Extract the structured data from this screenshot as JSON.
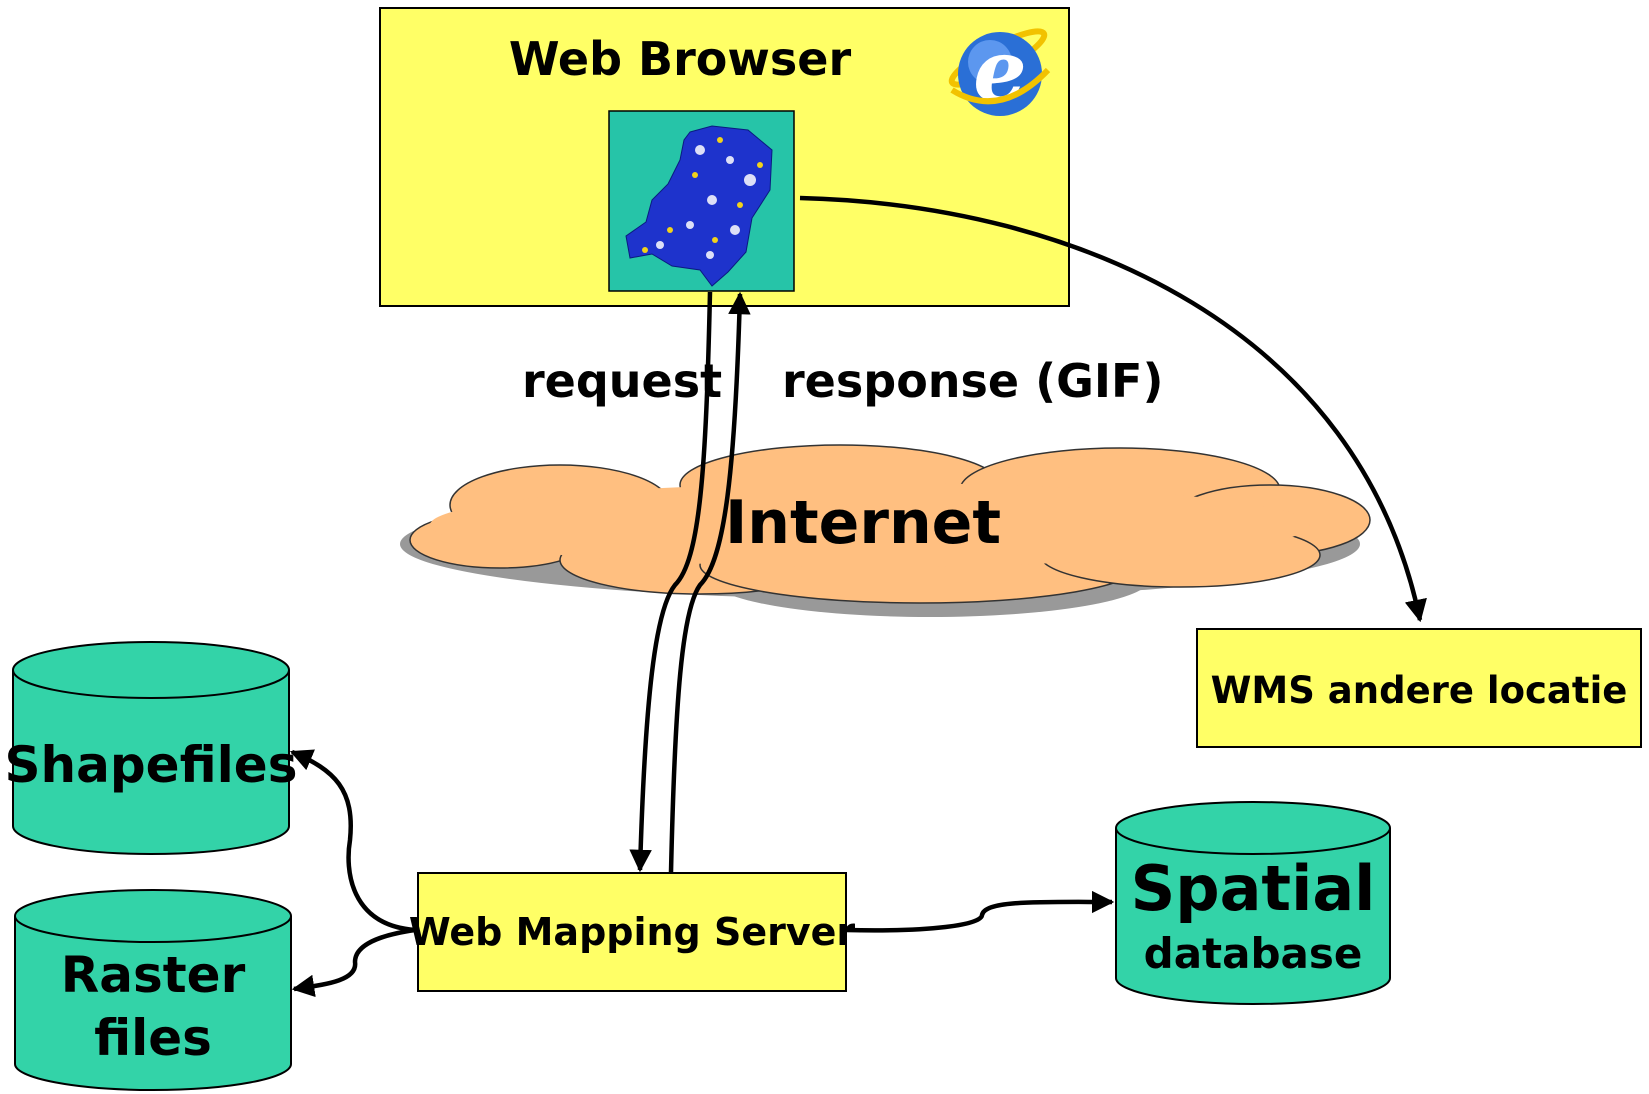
{
  "browser": {
    "title": "Web Browser",
    "logo": "ie-logo-icon",
    "map": "netherlands-map-thumbnail"
  },
  "labels": {
    "request": "request",
    "response": "response (GIF)"
  },
  "cloud": {
    "label": "Internet"
  },
  "wms_other": {
    "label": "WMS andere locatie"
  },
  "server": {
    "label": "Web Mapping Server"
  },
  "shapefiles": {
    "label": "Shapefiles"
  },
  "raster": {
    "line1": "Raster",
    "line2": "files"
  },
  "spatial": {
    "line1": "Spatial",
    "line2": "database"
  },
  "colors": {
    "box_yellow": "#ffff66",
    "cylinder_green": "#33d3a8",
    "cloud_orange": "#ffbf80",
    "map_bg": "#26c4a8"
  }
}
